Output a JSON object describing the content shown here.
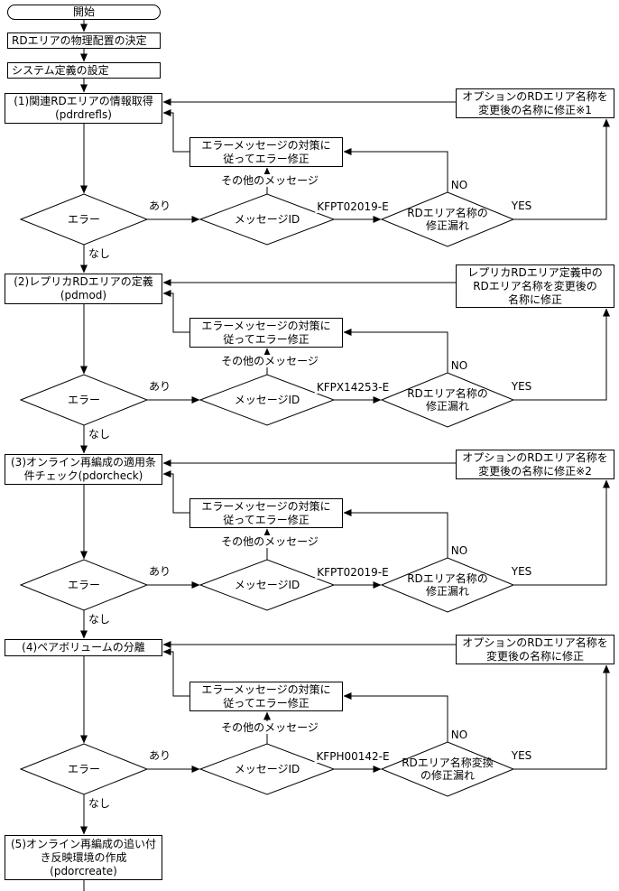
{
  "flow": {
    "start": "開始",
    "step1": "RDエリアの物理配置の決定",
    "step2": "システム定義の設定",
    "final": "(5)オンライン再編成の追い付\nき反映環境の作成\n(pdorcreate)"
  },
  "labels": {
    "error": "エラー",
    "message_id": "メッセージID",
    "yes_jp": "あり",
    "no_jp": "なし",
    "other_message": "その他のメッセージ",
    "no_en": "NO",
    "yes_en": "YES",
    "error_fix": "エラーメッセージの対策に\n従ってエラー修正"
  },
  "blocks": [
    {
      "process": "(1)関連RDエリアの情報取得\n(pdrdrefls)",
      "fix": "オプションのRDエリア名称を\n変更後の名称に修正※1",
      "code": "KFPT02019-E",
      "check": "RDエリア名称の\n修正漏れ"
    },
    {
      "process": "(2)レプリカRDエリアの定義\n(pdmod)",
      "fix": "レプリカRDエリア定義中の\nRDエリア名称を変更後の\n名称に修正",
      "code": "KFPX14253-E",
      "check": "RDエリア名称の\n修正漏れ"
    },
    {
      "process": "(3)オンライン再編成の適用条\n件チェック(pdorcheck)",
      "fix": "オプションのRDエリア名称を\n変更後の名称に修正※2",
      "code": "KFPT02019-E",
      "check": "RDエリア名称の\n修正漏れ"
    },
    {
      "process": "(4)ペアボリュームの分離",
      "fix": "オプションのRDエリア名称を\n変更後の名称に修正",
      "code": "KFPH00142-E",
      "check": "RDエリア名称変換\nの修正漏れ"
    }
  ]
}
